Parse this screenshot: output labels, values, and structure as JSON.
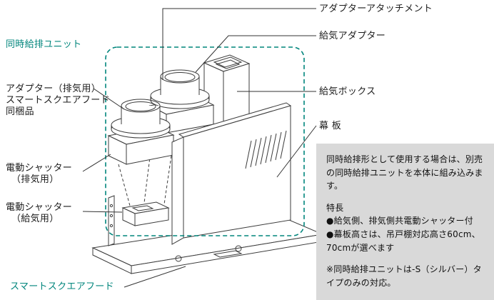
{
  "diagram": {
    "labels": {
      "adapter_attachment": "アダプターアタッチメント",
      "supply_adapter": "給気アダプター",
      "supply_box": "給気ボックス",
      "front_panel": "幕 板",
      "unit_name": "同時給排ユニット",
      "exhaust_adapter_l1": "アダプター（排気用）",
      "exhaust_adapter_l2": "スマートスクエアフード",
      "exhaust_adapter_l3": "同梱品",
      "shutter_exhaust_l1": "電動シャッター",
      "shutter_exhaust_l2": "（排気用）",
      "shutter_supply_l1": "電動シャッター",
      "shutter_supply_l2": "（給気用）",
      "hood_name": "スマートスクエアフード"
    },
    "colors": {
      "accent_teal": "#00857c",
      "line": "#3c3c3c",
      "info_box_bg": "#d9d9d9",
      "text": "#1b1b1b"
    }
  },
  "info_box": {
    "paragraph": "同時給排形として使用する場合は、別売の同時給排ユニットを本体に組み込みます。",
    "features_title": "特長",
    "features": [
      "●給気側、排気側共電動シャッター付",
      "●幕板高さは、吊戸棚対応高さ60cm、70cmが選べます"
    ],
    "note": "※同時給排ユニットは-S（シルバー）タイプのみの対応。"
  }
}
